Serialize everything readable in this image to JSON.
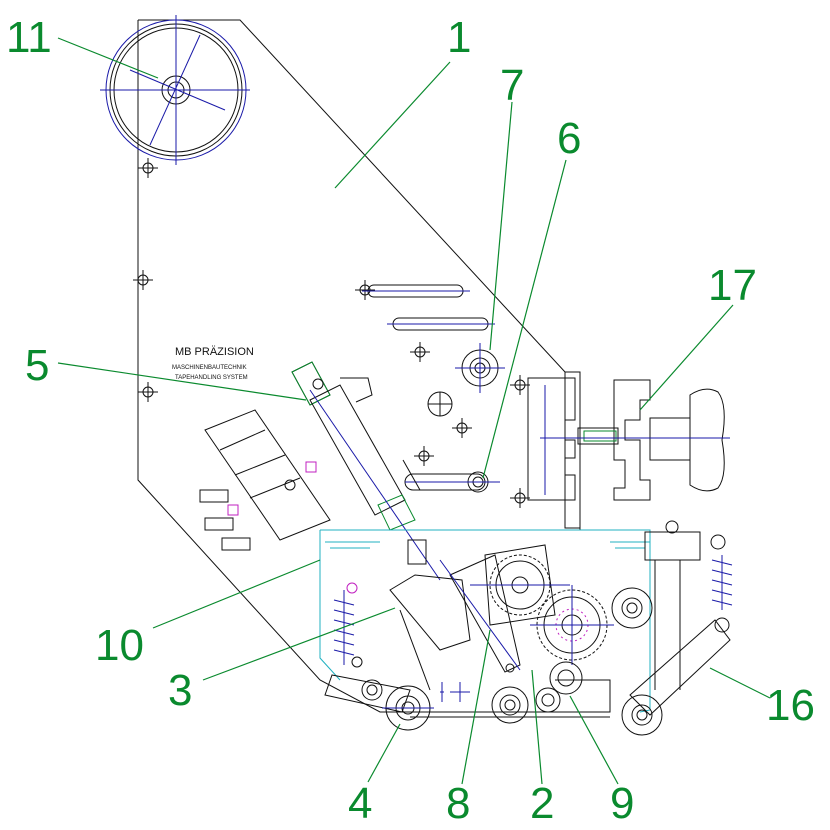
{
  "brand": {
    "name": "MB PRÄZISION",
    "line1": "MASCHINENBAUTECHNIK",
    "line2": "TAPEHANDLING SYSTEM"
  },
  "labels": [
    "1",
    "2",
    "3",
    "4",
    "5",
    "6",
    "7",
    "8",
    "9",
    "10",
    "11",
    "16",
    "17"
  ],
  "colors": {
    "label": "#0a8a2e",
    "outline": "#111111",
    "axis": "#1a1aa8",
    "guard": "#20b0c0",
    "spring": "#1a1aa8"
  }
}
